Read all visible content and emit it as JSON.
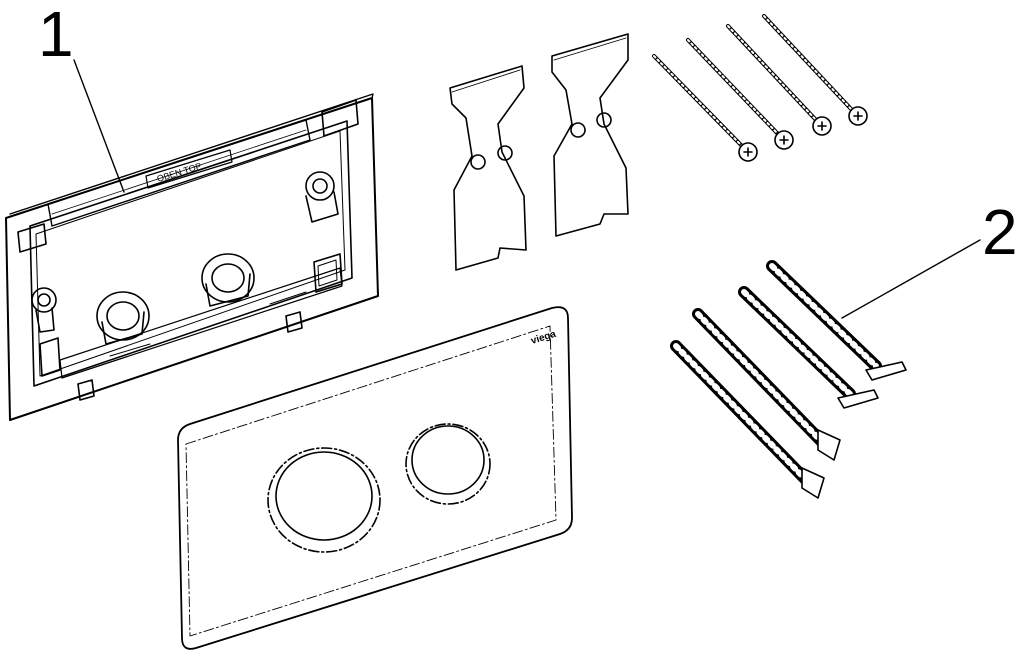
{
  "callouts": [
    {
      "number": "1"
    },
    {
      "number": "2"
    }
  ],
  "frame_label": "OBEN TOP",
  "plate_brand": "viega",
  "colors": {
    "line": "#000000",
    "background": "#ffffff"
  }
}
